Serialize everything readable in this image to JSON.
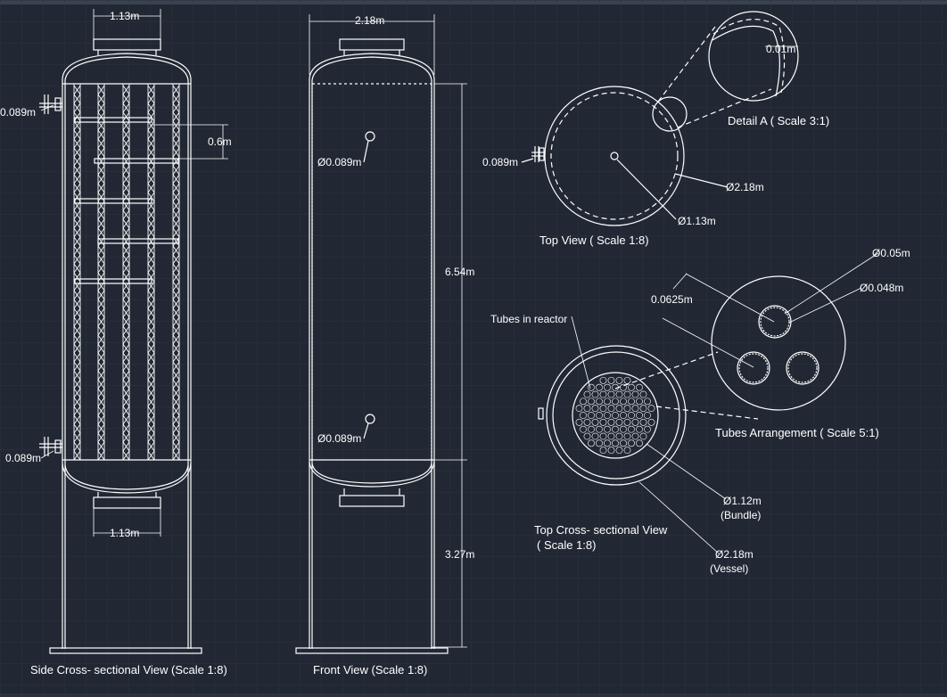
{
  "colors": {
    "background": "#212834",
    "grid": "#2b3340",
    "line": "#ffffff"
  },
  "side_view": {
    "title": "Side Cross- sectional View (Scale 1:8)",
    "dim_top": "1.13m",
    "dim_bottom": "1.13m",
    "nozzle_top": "0.089m",
    "nozzle_bottom": "0.089m",
    "baffle_spacing": "0.6m"
  },
  "front_view": {
    "title": "Front View (Scale 1:8)",
    "dim_width": "2.18m",
    "dim_height_shell": "6.54m",
    "dim_height_legs": "3.27m",
    "nozzle_upper": "Ø0.089m",
    "nozzle_lower": "Ø0.089m"
  },
  "top_view": {
    "title": "Top View ( Scale 1:8)",
    "nozzle": "0.089m",
    "dia_vessel": "Ø2.18m",
    "dia_inner": "Ø1.13m"
  },
  "detail_a": {
    "title": "Detail A ( Scale 3:1)",
    "thickness": "0.01m"
  },
  "tubes_arrangement": {
    "title": "Tubes Arrangement ( Scale 5:1)",
    "outer_dia": "Ø0.05m",
    "inner_dia": "Ø0.048m",
    "pitch": "0.0625m"
  },
  "top_cross_section": {
    "title_line1": "Top Cross- sectional View",
    "title_line2": "( Scale 1:8)",
    "tubes_label": "Tubes in reactor",
    "bundle_dia": "Ø1.12m",
    "bundle_label": "(Bundle)",
    "vessel_dia": "Ø2.18m",
    "vessel_label": "(Vessel)"
  }
}
